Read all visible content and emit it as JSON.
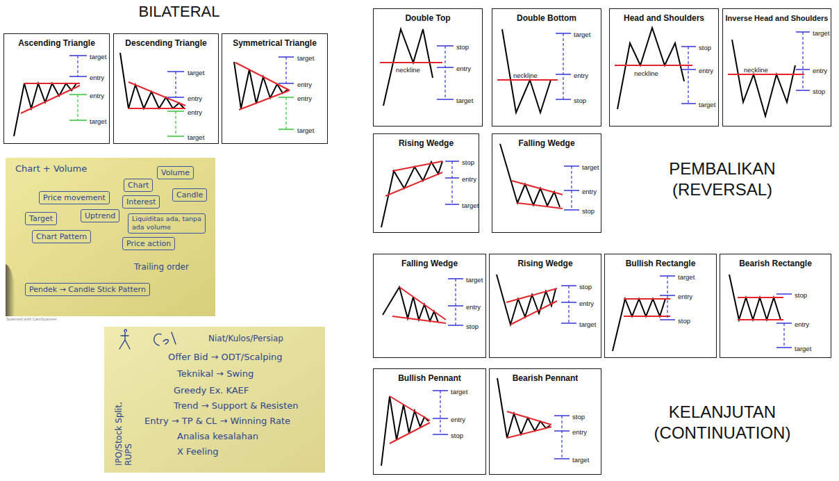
{
  "diagram": {
    "nodes": [
      {
        "text": [
          "Ascending Triangle",
          "target",
          "entry",
          "entry",
          "target"
        ]
      },
      {
        "text": [
          "Descending Triangle",
          "target",
          "entry",
          "entry",
          "target"
        ]
      },
      {
        "text": [
          "Symmetrical Triangle",
          "target",
          "entry",
          "entry",
          "target"
        ]
      },
      {
        "text": [
          "Chart + Volume",
          "Trailing order"
        ]
      },
      {
        "text": [
          "Volume"
        ],
        "in": 3
      },
      {
        "text": [
          "Chart"
        ],
        "in": 3
      },
      {
        "text": [
          "Price movement"
        ],
        "in": 3
      },
      {
        "text": [
          "Interest"
        ],
        "in": 3
      },
      {
        "text": [
          "Candle"
        ],
        "in": 3
      },
      {
        "text": [
          "Uptrend"
        ],
        "in": 3
      },
      {
        "text": [
          "Target"
        ],
        "in": 3
      },
      {
        "text": [
          "Liquiditas ada, tanpa ada volume"
        ],
        "in": 3
      },
      {
        "text": [
          "Chart Pattern"
        ],
        "in": 3
      },
      {
        "text": [
          "Price action"
        ],
        "in": 3
      },
      {
        "text": [
          "Pendek → Candle Stick Pattern"
        ],
        "in": 3
      },
      {
        "text": [
          "Niat/Kulos/Persiap",
          "Offer Bid → ODT/Scalping",
          "Teknikal → Swing",
          "Greedy Ex. KAEF",
          "Trend → Support & Resisten",
          "Entry → TP & CL → Winning Rate",
          "Analisa kesalahan",
          "X Feeling",
          "IPO/Stock Split, RUPS"
        ]
      },
      {
        "text": [
          "Double Top",
          "stop",
          "neckline",
          "entry",
          "target"
        ]
      },
      {
        "text": [
          "Double Bottom",
          "target",
          "neckline",
          "entry",
          "stop"
        ]
      },
      {
        "text": [
          "Head and Shoulders",
          "stop",
          "neckline",
          "entry",
          "target"
        ]
      },
      {
        "text": [
          "Inverse Head and Shoulders",
          "target",
          "neckline",
          "entry",
          "stop"
        ]
      },
      {
        "text": [
          "Rising Wedge",
          "stop",
          "entry",
          "target"
        ]
      },
      {
        "text": [
          "Falling Wedge",
          "target",
          "entry",
          "stop"
        ]
      },
      {
        "text": [
          "Falling Wedge",
          "target",
          "entry",
          "stop"
        ]
      },
      {
        "text": [
          "Rising Wedge",
          "stop",
          "entry",
          "target"
        ]
      },
      {
        "text": [
          "Bullish Rectangle",
          "target",
          "entry",
          "stop"
        ]
      },
      {
        "text": [
          "Bearish Rectangle",
          "stop",
          "entry",
          "target"
        ]
      },
      {
        "text": [
          "Bullish Pennant",
          "target",
          "entry",
          "stop"
        ]
      },
      {
        "text": [
          "Bearish Pennant",
          "stop",
          "entry",
          "target"
        ]
      }
    ],
    "labels": [
      "BILATERAL",
      "Scanned with CamScanner",
      "PEMBALIKAN (REVERSAL)",
      "KELANJUTAN (CONTINUATION)"
    ]
  }
}
